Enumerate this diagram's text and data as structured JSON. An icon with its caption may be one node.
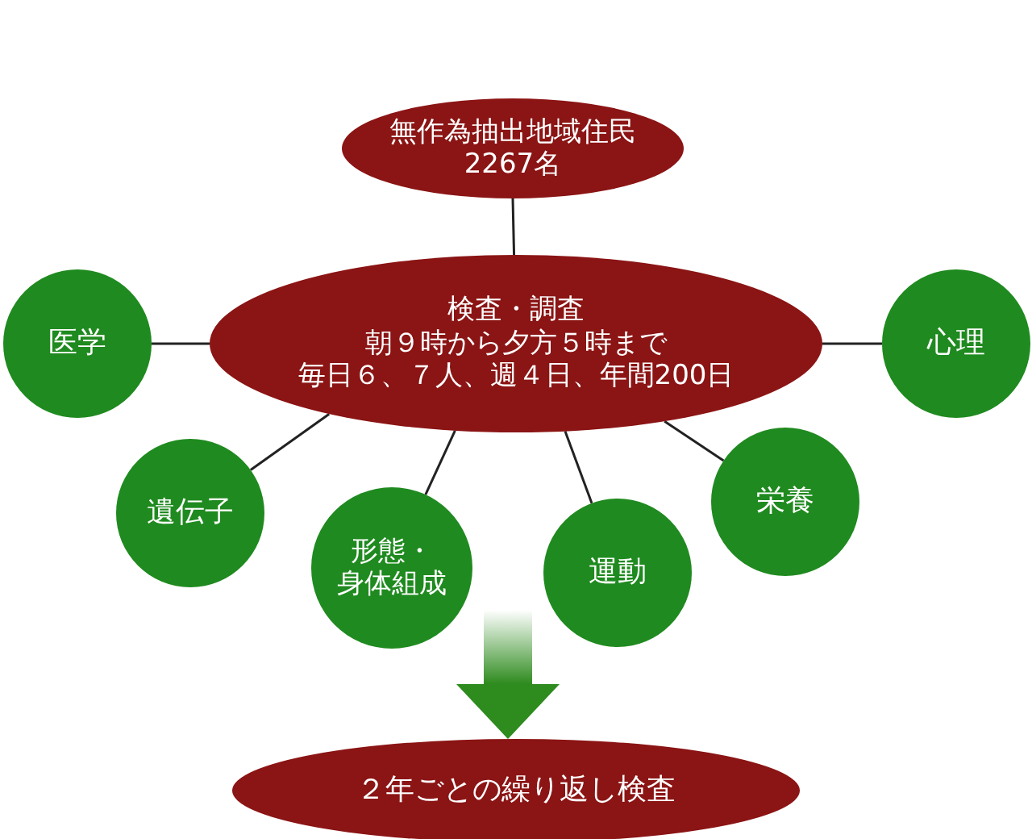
{
  "diagram": {
    "nodes": [
      {
        "text": [
          "無作為抽出地域住民",
          "2267名"
        ]
      },
      {
        "text": [
          "検査・調査",
          "朝９時から夕方５時まで",
          "毎日６、７人、週４日、年間200日"
        ]
      },
      {
        "text": [
          "医学"
        ]
      },
      {
        "text": [
          "心理"
        ]
      },
      {
        "text": [
          "遺伝子"
        ]
      },
      {
        "text": [
          "形態・身体組成"
        ]
      },
      {
        "text": [
          "運動"
        ]
      },
      {
        "text": [
          "栄養"
        ]
      },
      {
        "text": [
          "２年ごとの繰り返し検査"
        ]
      }
    ],
    "edges": [
      {
        "from": 0,
        "to": 1,
        "arrow": "none"
      },
      {
        "from": 1,
        "to": 2,
        "arrow": "none"
      },
      {
        "from": 1,
        "to": 3,
        "arrow": "none"
      },
      {
        "from": 1,
        "to": 4,
        "arrow": "none"
      },
      {
        "from": 1,
        "to": 5,
        "arrow": "none"
      },
      {
        "from": 1,
        "to": 6,
        "arrow": "none"
      },
      {
        "from": 1,
        "to": 7,
        "arrow": "none"
      },
      {
        "from": null,
        "to": 8,
        "arrow": "to",
        "style": "thick",
        "color": "#2e8b1e"
      }
    ]
  }
}
